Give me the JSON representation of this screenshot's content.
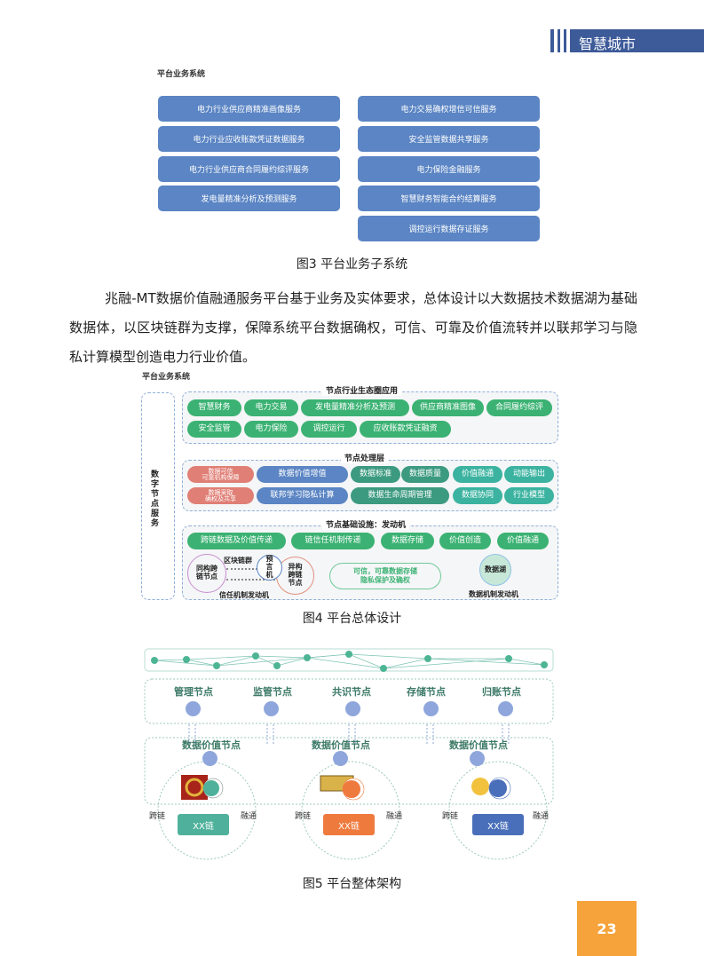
{
  "header": {
    "section_title": "智慧城市"
  },
  "page_number": "23",
  "fig3": {
    "title": "平台业务系统",
    "left": [
      "电力行业供应商精准画像服务",
      "电力行业应收账款凭证数据服务",
      "电力行业供应商合同履约综评服务",
      "发电量精准分析及预测服务"
    ],
    "right": [
      "电力交易确权增信可信服务",
      "安全监管数据共享服务",
      "电力保险金融服务",
      "智慧财务智能合约结算服务",
      "调控运行数据存证服务"
    ],
    "caption": "图3 平台业务子系统"
  },
  "paragraph": "兆融-MT数据价值融通服务平台基于业务及实体要求，总体设计以大数据技术数据湖为基础数据体，以区块链群为支撑，保障系统平台数据确权，可信、可靠及价值流转并以联邦学习与隐私计算模型创造电力行业价值。",
  "fig4": {
    "title": "平台业务系统",
    "side_label": "数字节点服务",
    "layer1": {
      "title": "节点行业生态圈应用",
      "row1": [
        "智慧财务",
        "电力交易",
        "发电量精准分析及预测",
        "供应商精准图像",
        "合同履约综评"
      ],
      "row2": [
        "安全监管",
        "电力保险",
        "调控运行",
        "应收账款凭证融资"
      ]
    },
    "layer2": {
      "title": "节点处理层",
      "red": [
        "数据可信\n可靠机构保障",
        "数据采取\n确权及共享"
      ],
      "blue": [
        "数据价值增值",
        "联邦学习隐私计算"
      ],
      "teal": [
        "数据标准",
        "数据质量",
        "数据生命周期管理"
      ],
      "cyan": [
        "价值融通",
        "动能输出",
        "数据协同",
        "行业模型"
      ]
    },
    "layer3": {
      "title": "节点基础设施：发动机",
      "items": [
        "跨链数据及价值传递",
        "链信任机制传递",
        "数据存储",
        "价值创造",
        "价值融通"
      ],
      "left_node": "同构跨链节点",
      "chain_group": "区块链群",
      "oracle": "预言机",
      "right_node": "异构跨链节点",
      "trust_engine": "信任机制发动机",
      "storage_text": "可信，可靠数据存储\n隐私保护及确权",
      "data_lake": "数据湖",
      "data_engine": "数据机制发动机"
    },
    "caption": "图4 平台总体设计"
  },
  "fig5": {
    "nodes": [
      "管理节点",
      "监管节点",
      "共识节点",
      "存储节点",
      "归账节点"
    ],
    "value_node": "数据价值节点",
    "chains": [
      {
        "label": "XX链",
        "color": "#4fb19b"
      },
      {
        "label": "XX链",
        "color": "#ef7a3e"
      },
      {
        "label": "XX链",
        "color": "#4a6fba"
      }
    ],
    "cross": "跨链",
    "bridge": "融通",
    "caption": "图5 平台整体架构"
  }
}
